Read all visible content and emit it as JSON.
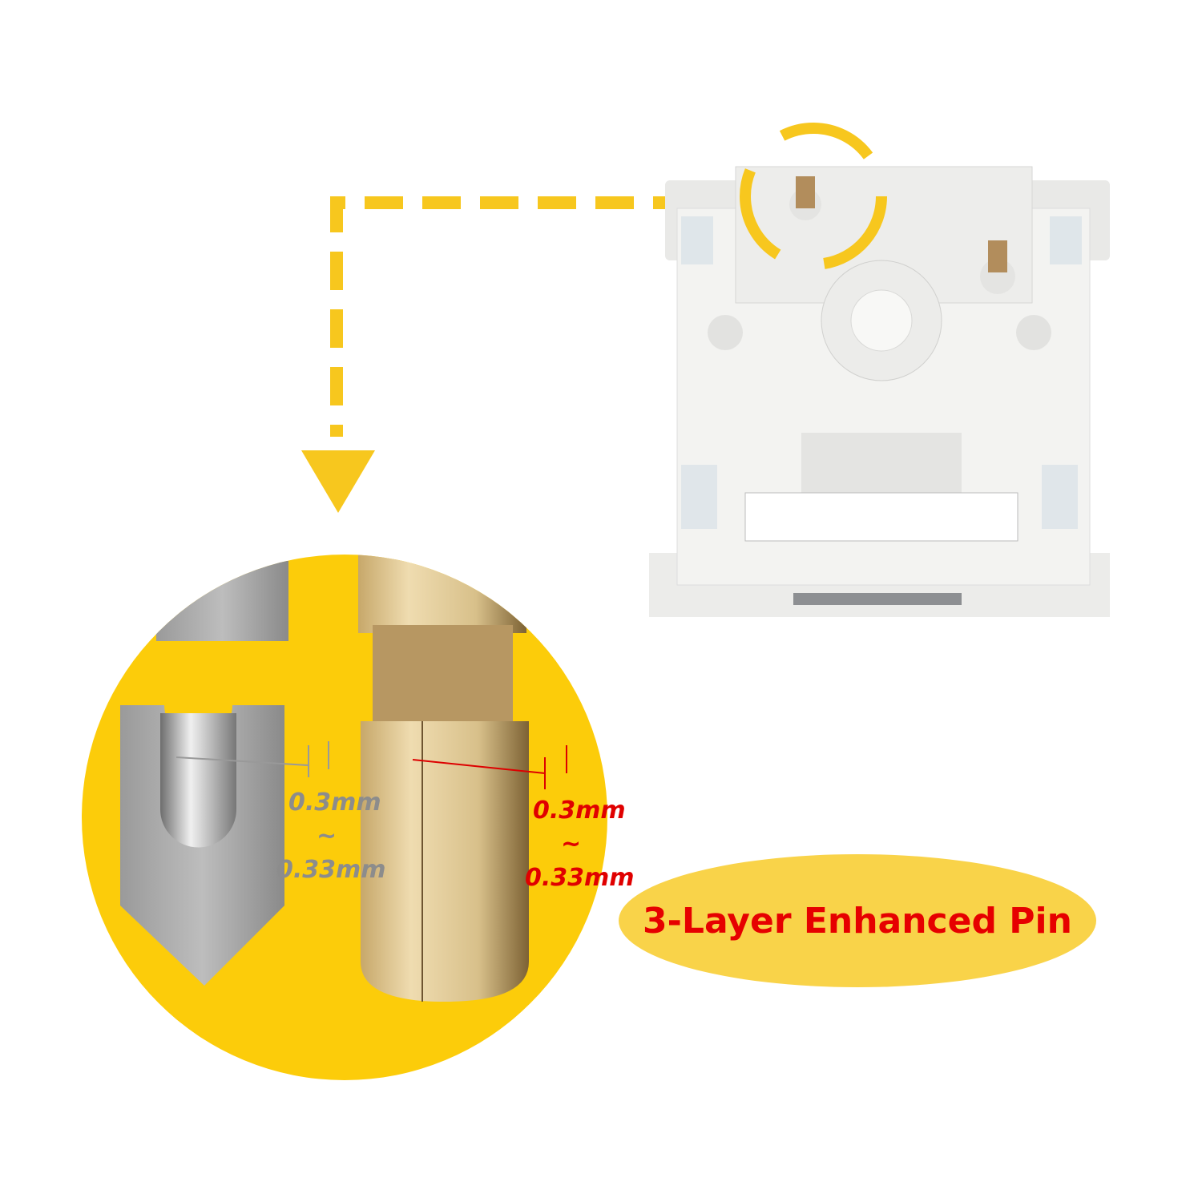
{
  "title": "3-Layer Enhanced Pin",
  "left_pin": {
    "measure_top": "0.3mm",
    "measure_sep": "~",
    "measure_bottom": "0.33mm"
  },
  "right_pin": {
    "measure_top": "0.3mm",
    "measure_sep": "~",
    "measure_bottom": "0.33mm"
  },
  "colors": {
    "accent_yellow": "#f7c71e",
    "circle_yellow": "#fccc0a",
    "pill": "#f9d349",
    "label_red": "#e60000",
    "label_grey": "#8c8c8c"
  },
  "icons": [
    "dashed-arrow-icon",
    "dashed-circle-highlight-icon"
  ]
}
